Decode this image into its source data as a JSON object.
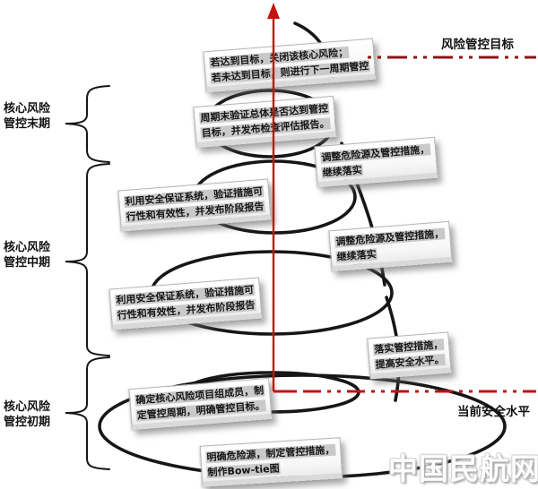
{
  "diagram": {
    "title_implicit": "核心风险管控周期螺旋图",
    "phases": [
      {
        "id": "late",
        "lines": [
          "核心风险",
          "管控末期"
        ]
      },
      {
        "id": "mid",
        "lines": [
          "核心风险",
          "管控中期"
        ]
      },
      {
        "id": "early",
        "lines": [
          "核心风险",
          "管控初期"
        ]
      }
    ],
    "goal_label": "风险管控目标",
    "current_label": "当前安全水平",
    "watermark": "中国民航网",
    "boxes": [
      {
        "lines": [
          "若达到目标，关闭该核心风险；",
          "若未达到目标，则进行下一周期管控"
        ]
      },
      {
        "lines": [
          "周期末验证总体是否达到管控",
          "目标，并发布检查评估报告。"
        ]
      },
      {
        "lines": [
          "调整危险源及管控措施，",
          "继续落实"
        ]
      },
      {
        "lines": [
          "利用安全保证系统，验证措施可",
          "行性和有效性，并发布阶段报告"
        ]
      },
      {
        "lines": [
          "调整危险源及管控措施，",
          "继续落实"
        ]
      },
      {
        "lines": [
          "利用安全保证系统，验证措施可",
          "行性和有效性，并发布阶段报告"
        ]
      },
      {
        "lines": [
          "落实管控措施，",
          "提高安全水平。"
        ]
      },
      {
        "lines": [
          "确定核心风险项目组成员，制",
          "定管控周期，明确管控目标。"
        ]
      },
      {
        "lines": [
          "明确危险源，制定管控措施，",
          "制作Bow-tie图"
        ]
      }
    ],
    "colors": {
      "arrow_red": "#c31212",
      "goal_line_red": "#8e1414",
      "current_line_red": "#c01212",
      "spiral_black": "#161616"
    }
  }
}
